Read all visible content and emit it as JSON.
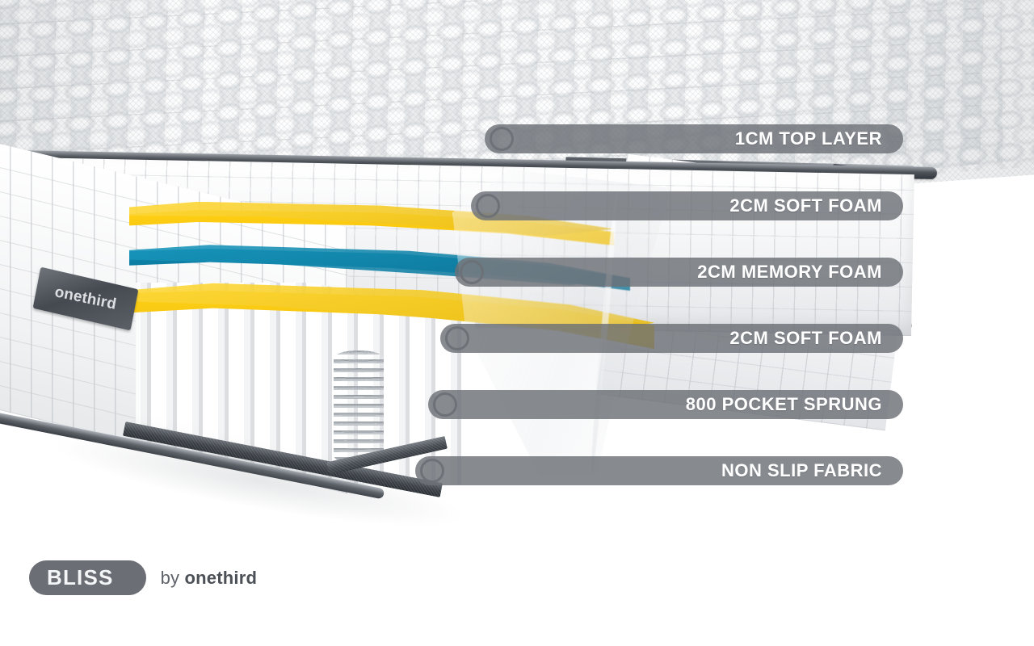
{
  "product": {
    "brand_pill": "BLISS",
    "by_prefix": "by",
    "brand_name": "onethird",
    "side_tag_text": "onethird"
  },
  "callouts": [
    {
      "id": "top-layer",
      "label": "1CM TOP LAYER",
      "icon": "callout-dot-icon"
    },
    {
      "id": "soft-foam-1",
      "label": "2CM SOFT FOAM",
      "icon": "callout-dot-icon"
    },
    {
      "id": "memory-foam",
      "label": "2CM MEMORY FOAM",
      "icon": "callout-dot-icon"
    },
    {
      "id": "soft-foam-2",
      "label": "2CM SOFT FOAM",
      "icon": "callout-dot-icon"
    },
    {
      "id": "pocket-sprung",
      "label": "800 POCKET SPRUNG",
      "icon": "callout-dot-icon"
    },
    {
      "id": "non-slip",
      "label": "NON SLIP FABRIC",
      "icon": "callout-dot-icon"
    }
  ],
  "colors": {
    "callout_bar": "#6c7076",
    "callout_text": "#ffffff",
    "brand_pill_bg": "#6b6f75",
    "brand_text": "#5e6369",
    "foam_yellow": "#ffd015",
    "foam_teal": "#0f86ad",
    "piping_gray": "#4e535a",
    "base_dark": "#3c4147",
    "background": "#ffffff"
  }
}
